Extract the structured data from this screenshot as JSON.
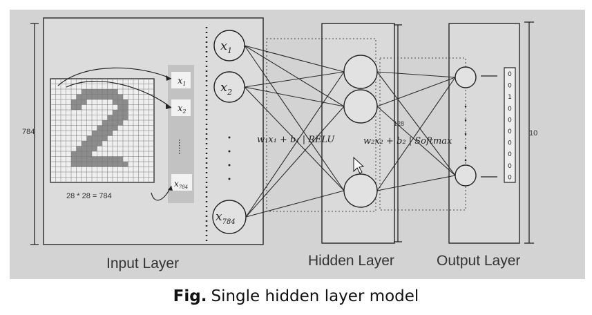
{
  "figure": {
    "input_panel": {
      "height_label": "784",
      "grid_caption": "28 * 28 = 784",
      "title": "Input Layer",
      "pixel_vector": {
        "x1": "x",
        "x1_sub": "1",
        "x2": "x",
        "x2_sub": "2",
        "dots": "......",
        "x784": "x",
        "x784_sub": "784"
      },
      "nodes": {
        "x1": "x",
        "x1_sub": "1",
        "x2": "x",
        "x2_sub": "2",
        "x784": "x",
        "x784_sub": "784"
      }
    },
    "hidden_panel": {
      "title": "Hidden Layer",
      "size_label": "128",
      "formula_1": "w₁x₁ + b₁ | RELU",
      "formula_2": "w₂x₂ + b₂ | Softmax"
    },
    "output_panel": {
      "title": "Output Layer",
      "size_label": "10",
      "one_hot": [
        "0",
        "0",
        "1",
        "0",
        "0",
        "0",
        "0",
        "0",
        "0",
        "0"
      ]
    },
    "caption_bold": "Fig.",
    "caption_text": "Single hidden layer model",
    "colors": {
      "paper": "#d4d4d4",
      "ink": "#2b2b2b",
      "pixel_dark": "#8a8a8a",
      "pixel_light": "#efefef"
    }
  }
}
